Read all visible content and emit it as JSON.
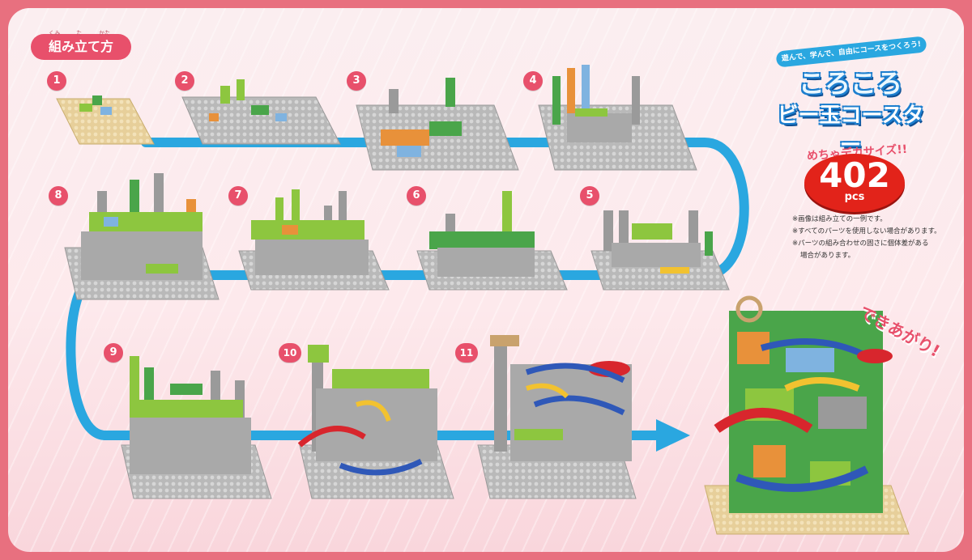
{
  "header": {
    "title": "組み立て方",
    "furigana": [
      "くみ",
      "た",
      "かた"
    ]
  },
  "logo": {
    "tagline": "遊んで、学んで、自由にコースをつくろう!",
    "line1": "ころころ",
    "line2": "ビー玉コースター"
  },
  "badge": {
    "subtitle": "めちゃデカサイズ!!",
    "number": "402",
    "unit": "pcs"
  },
  "notes": [
    "※画像は組み立ての一例です。",
    "※すべてのパーツを使用しない場合があります。",
    "※パーツの組み合わせの固さに個体差がある",
    "場合があります。"
  ],
  "steps": [
    "1",
    "2",
    "3",
    "4",
    "5",
    "6",
    "7",
    "8",
    "9",
    "10",
    "11"
  ],
  "finish_label": "できあがり!",
  "colors": {
    "accent": "#e8506b",
    "path": "#2aa7e0",
    "frame": "#e8707f"
  }
}
